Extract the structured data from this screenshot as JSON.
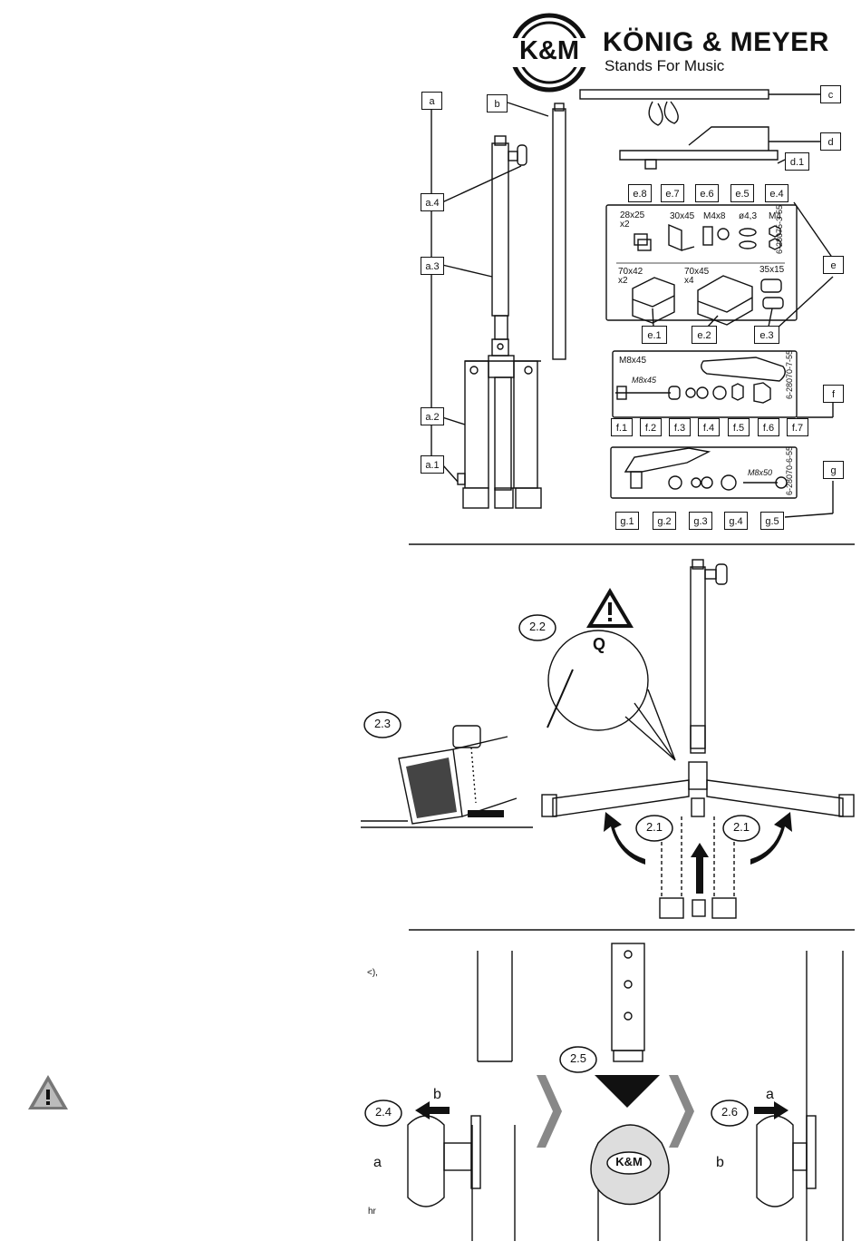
{
  "brand": {
    "logo_text": "K&M",
    "name": "KÖNIG & MEYER",
    "tagline": "Stands For Music"
  },
  "parts": {
    "a": "a",
    "a4": "a.4",
    "a3": "a.3",
    "a2": "a.2",
    "a1": "a.1",
    "b": "b",
    "c": "c",
    "d": "d",
    "d1": "d.1",
    "e": "e",
    "f": "f",
    "g": "g",
    "e8": "e.8",
    "e7": "e.7",
    "e6": "e.6",
    "e5": "e.5",
    "e4": "e.4",
    "e1": "e.1",
    "e2": "e.2",
    "e3": "e.3",
    "f1": "f.1",
    "f2": "f.2",
    "f3": "f.3",
    "f4": "f.4",
    "f5": "f.5",
    "f6": "f.6",
    "f7": "f.7",
    "g1": "g.1",
    "g2": "g.2",
    "g3": "g.3",
    "g4": "g.4",
    "g5": "g.5"
  },
  "kit_e": {
    "code": "6-28075-3-55",
    "size_e8": "28x25",
    "qty_e8": "x2",
    "size_e7": "30x45",
    "size_e6": "M4x8",
    "size_e5": "ø4,3",
    "size_e4": "M4",
    "size_e1": "70x42",
    "qty_e1": "x2",
    "size_e2": "70x45",
    "qty_e2": "x4",
    "size_e3": "35x15"
  },
  "kit_f": {
    "code": "6-28070-7-55",
    "size": "M8x45",
    "bolt": "M8x45"
  },
  "kit_g": {
    "code": "6-28070-6-55",
    "bolt": "M8x50"
  },
  "steps": {
    "s21a": "2.1",
    "s21b": "2.1",
    "s22": "2.2",
    "s23": "2.3",
    "s24": "2.4",
    "s25": "2.5",
    "s26": "2.6",
    "warn_letter": "Q",
    "arrow_a": "a",
    "arrow_b": "b"
  },
  "margin_text": {
    "line1": "<),",
    "line2": "hr"
  }
}
